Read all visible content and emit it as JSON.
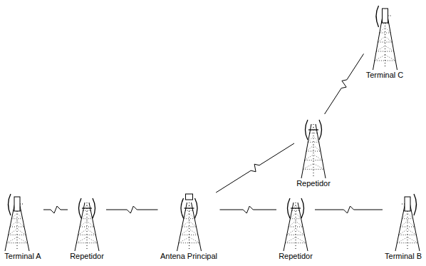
{
  "diagram": {
    "nodes": [
      {
        "text": [
          "Terminal C"
        ]
      },
      {
        "text": [
          "Repetidor"
        ]
      },
      {
        "text": [
          "Terminal A"
        ]
      },
      {
        "text": [
          "Repetidor"
        ]
      },
      {
        "text": [
          "Antena Principal"
        ]
      },
      {
        "text": [
          "Repetidor"
        ]
      },
      {
        "text": [
          "Terminal B"
        ]
      }
    ],
    "edges": [
      {
        "from": 2,
        "to": 3,
        "arrow": "none"
      },
      {
        "from": 3,
        "to": 4,
        "arrow": "none"
      },
      {
        "from": 4,
        "to": 5,
        "arrow": "none"
      },
      {
        "from": 5,
        "to": 6,
        "arrow": "none"
      },
      {
        "from": 4,
        "to": 1,
        "arrow": "none"
      },
      {
        "from": 1,
        "to": 0,
        "arrow": "none"
      }
    ]
  }
}
